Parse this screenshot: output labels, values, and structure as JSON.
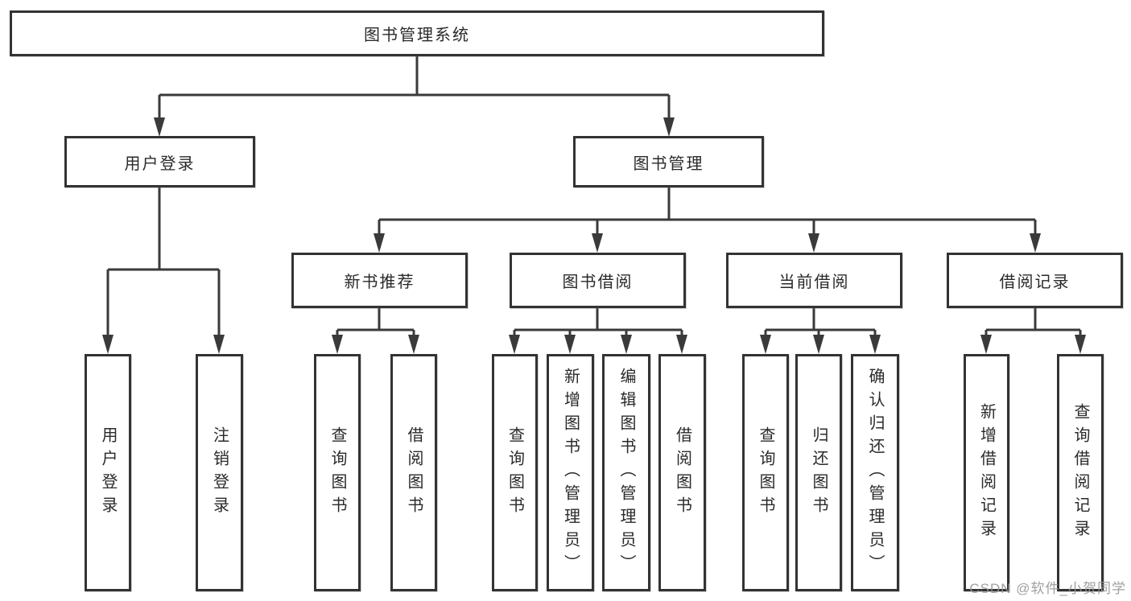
{
  "diagram": {
    "root": {
      "label": "图书管理系统",
      "children": [
        {
          "label": "用户登录",
          "children": [
            {
              "label": "用户登录"
            },
            {
              "label": "注销登录"
            }
          ]
        },
        {
          "label": "图书管理",
          "children": [
            {
              "label": "新书推荐",
              "children": [
                {
                  "label": "查询图书"
                },
                {
                  "label": "借阅图书"
                }
              ]
            },
            {
              "label": "图书借阅",
              "children": [
                {
                  "label": "查询图书"
                },
                {
                  "label": "新增图书（管理员）"
                },
                {
                  "label": "编辑图书（管理员）"
                },
                {
                  "label": "借阅图书"
                }
              ]
            },
            {
              "label": "当前借阅",
              "children": [
                {
                  "label": "查询图书"
                },
                {
                  "label": "归还图书"
                },
                {
                  "label": "确认归还（管理员）"
                }
              ]
            },
            {
              "label": "借阅记录",
              "children": [
                {
                  "label": "新增借阅记录"
                },
                {
                  "label": "查询借阅记录"
                }
              ]
            }
          ]
        }
      ]
    }
  },
  "watermark": {
    "text": "CSDN @软件_小贺同学"
  },
  "colors": {
    "line": "#3a3a3a",
    "box_border": "#333333",
    "box_fill": "#ffffff",
    "text": "#2a2a2a",
    "watermark": "#969696"
  }
}
